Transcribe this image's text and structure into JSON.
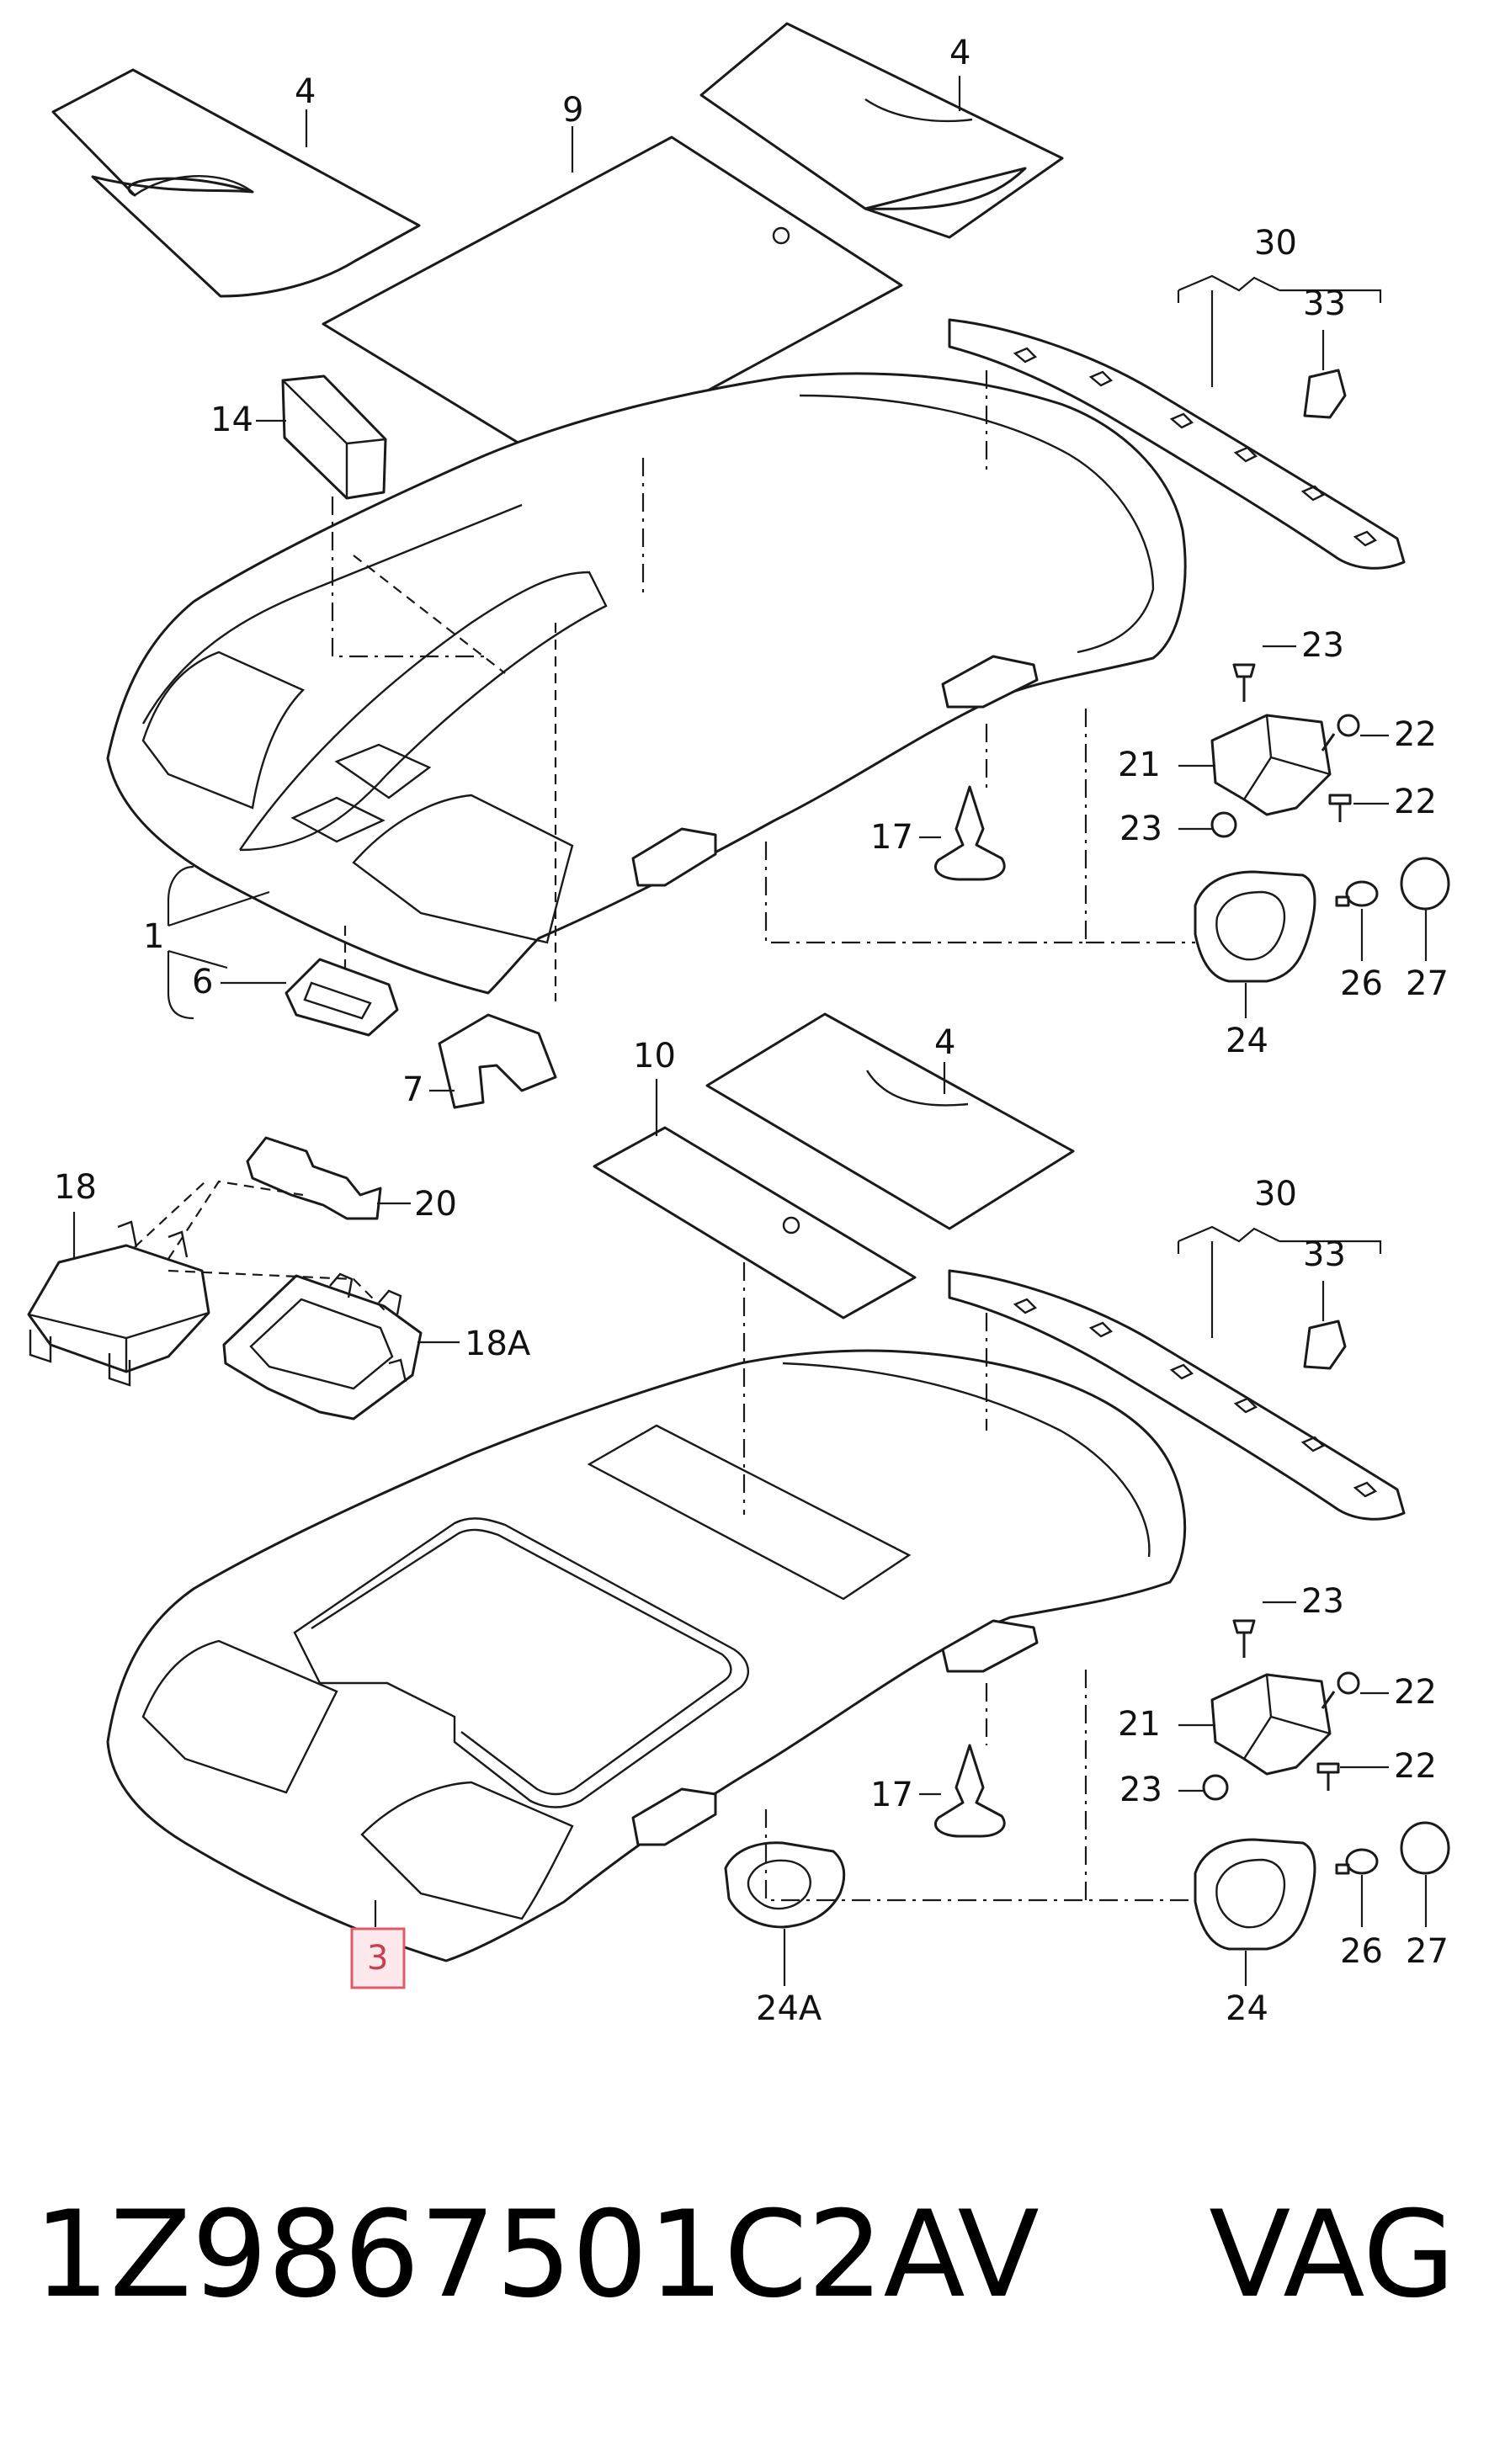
{
  "diagram": {
    "labels": {
      "p1": "1",
      "p3": "3",
      "p4a": "4",
      "p4b": "4",
      "p4c": "4",
      "p6": "6",
      "p7": "7",
      "p9": "9",
      "p10": "10",
      "p14": "14",
      "p17a": "17",
      "p17b": "17",
      "p18": "18",
      "p18A": "18A",
      "p20": "20",
      "p21a": "21",
      "p21b": "21",
      "p22a": "22",
      "p22b": "22",
      "p22c": "22",
      "p22d": "22",
      "p23a": "23",
      "p23b": "23",
      "p23c": "23",
      "p23d": "23",
      "p24a": "24",
      "p24b": "24",
      "p24A": "24A",
      "p26a": "26",
      "p26b": "26",
      "p27a": "27",
      "p27b": "27",
      "p30a": "30",
      "p30b": "30",
      "p33a": "33",
      "p33b": "33"
    },
    "highlighted_part": "3",
    "highlight_color": "#e05a6a"
  },
  "footer": {
    "part_number": "1Z9867501C2AV",
    "brand": "VAG"
  }
}
